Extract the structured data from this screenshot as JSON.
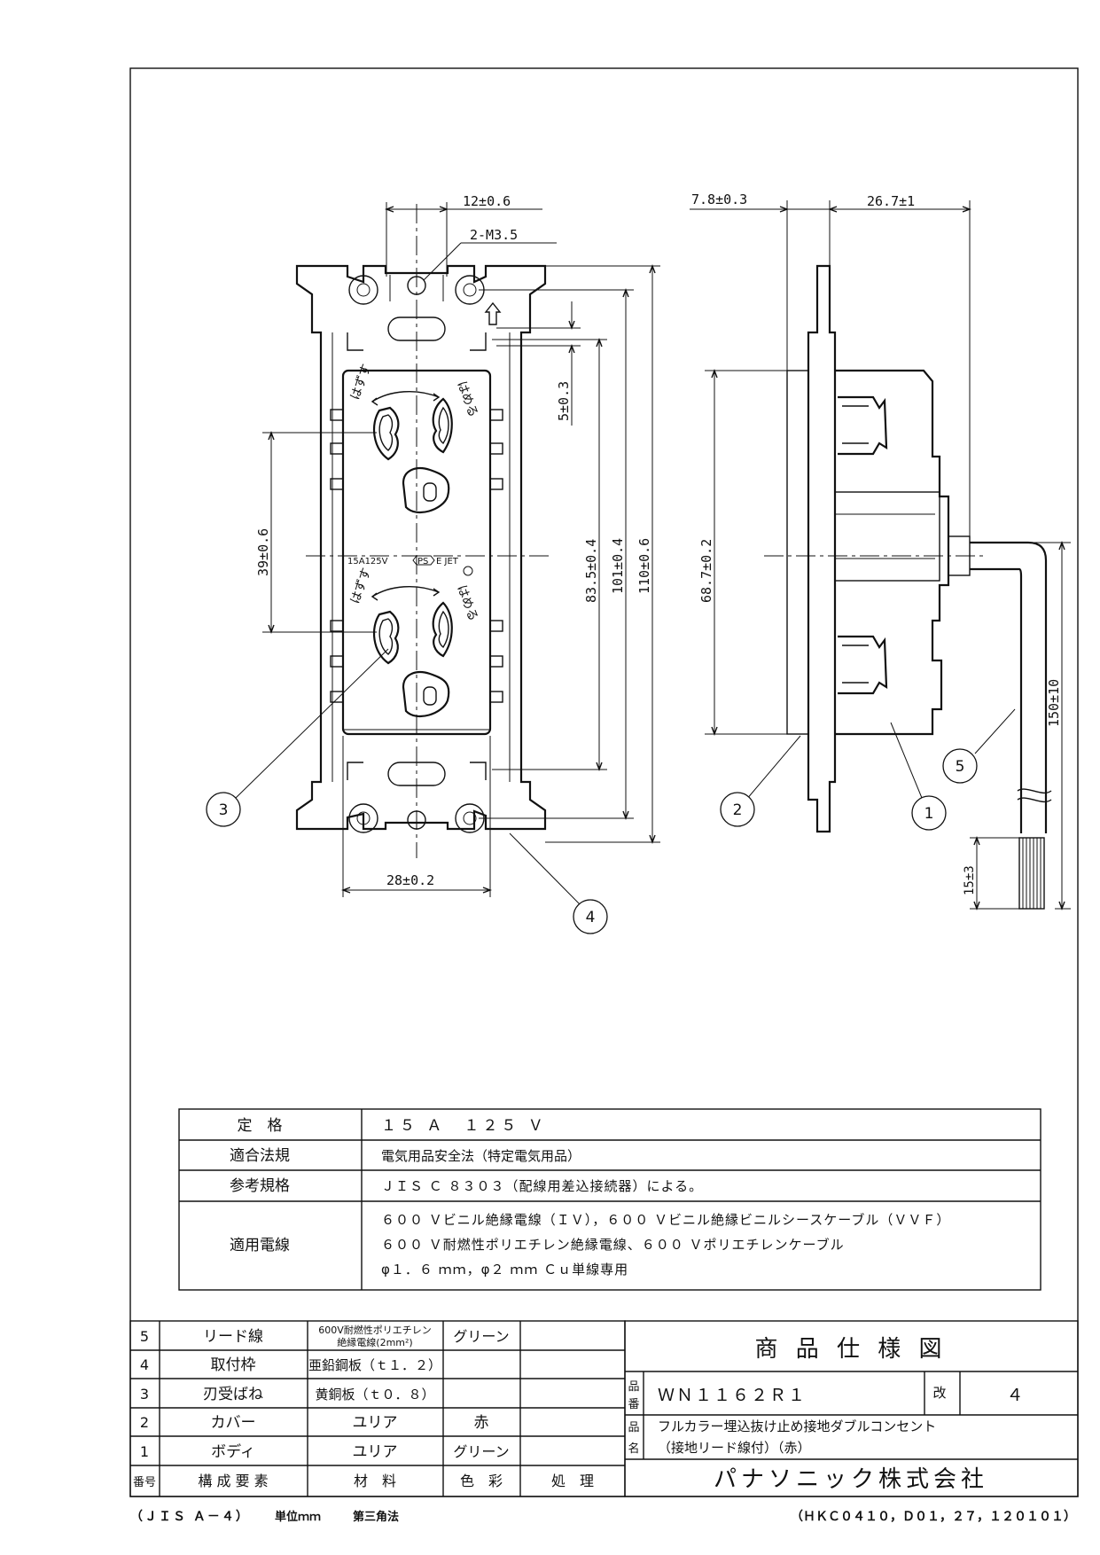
{
  "drawing": {
    "dims": {
      "front_top": "12±0.6",
      "screw": "2-M3.5",
      "tab": "5±0.3",
      "pitch": "39±0.6",
      "h1": "83.5±0.4",
      "h2": "101±0.4",
      "h3": "110±0.6",
      "width": "28±0.2",
      "side_left": "7.8±0.3",
      "side_right": "26.7±1",
      "side_h": "68.7±0.2",
      "lead_len": "150±10",
      "strip": "15±3"
    },
    "markings": {
      "rating": "15A125V",
      "ps": "PS",
      "jet": "E JET",
      "remove": "はずす",
      "insert": "はめる"
    },
    "callouts": [
      "1",
      "2",
      "3",
      "4",
      "5"
    ]
  },
  "spec_table": [
    {
      "label": "定　格",
      "value": "１５ Ａ　１２５ Ｖ"
    },
    {
      "label": "適合法規",
      "value": "電気用品安全法（特定電気用品）"
    },
    {
      "label": "参考規格",
      "value": "ＪＩＳ Ｃ ８３０３（配線用差込接続器）による。"
    },
    {
      "label": "適用電線",
      "lines": [
        "６００ Ｖビニル絶縁電線（ＩＶ），６００ Ｖビニル絶縁ビニルシースケーブル（ＶＶＦ）",
        "６００ Ｖ耐燃性ポリエチレン絶縁電線、６００ Ｖポリエチレンケーブル",
        "φ１．６ ｍｍ，φ２ ｍｍ Ｃｕ単線専用"
      ]
    }
  ],
  "parts_table": {
    "rows": [
      {
        "no": "5",
        "name": "リード線",
        "material_line1": "600V耐燃性ポリエチレン",
        "material_line2": "絶縁電線(2mm²)",
        "color": "グリーン",
        "treatment": ""
      },
      {
        "no": "4",
        "name": "取付枠",
        "material": "亜鉛鋼板（ｔ１．２）",
        "color": "",
        "treatment": ""
      },
      {
        "no": "3",
        "name": "刃受ばね",
        "material": "黄銅板（ｔ０．８）",
        "color": "",
        "treatment": ""
      },
      {
        "no": "2",
        "name": "カバー",
        "material": "ユリア",
        "color": "赤",
        "treatment": ""
      },
      {
        "no": "1",
        "name": "ボディ",
        "material": "ユリア",
        "color": "グリーン",
        "treatment": ""
      }
    ],
    "header": {
      "no": "番号",
      "name": "構 成 要 素",
      "material": "材　料",
      "color": "色　彩",
      "treatment": "処　理"
    }
  },
  "title_block": {
    "title": "商 品 仕 様 図",
    "part_no_label_1": "品",
    "part_no_label_2": "番",
    "part_no": "ＷＮ１１６２Ｒ１",
    "rev_label": "改",
    "rev": "４",
    "name_label_1": "品",
    "name_label_2": "名",
    "name_line1": "フルカラー埋込抜け止め接地ダブルコンセント",
    "name_line2": "（接地リード線付）（赤）",
    "company": "パナソニック株式会社"
  },
  "footer": {
    "standard": "（ＪＩＳ Ａ－４）",
    "unit": "単位ｍｍ",
    "projection": "第三角法",
    "doc_code": "（ＨＫＣ０４１０，Ｄ０１，２７，１２０１０１）"
  }
}
